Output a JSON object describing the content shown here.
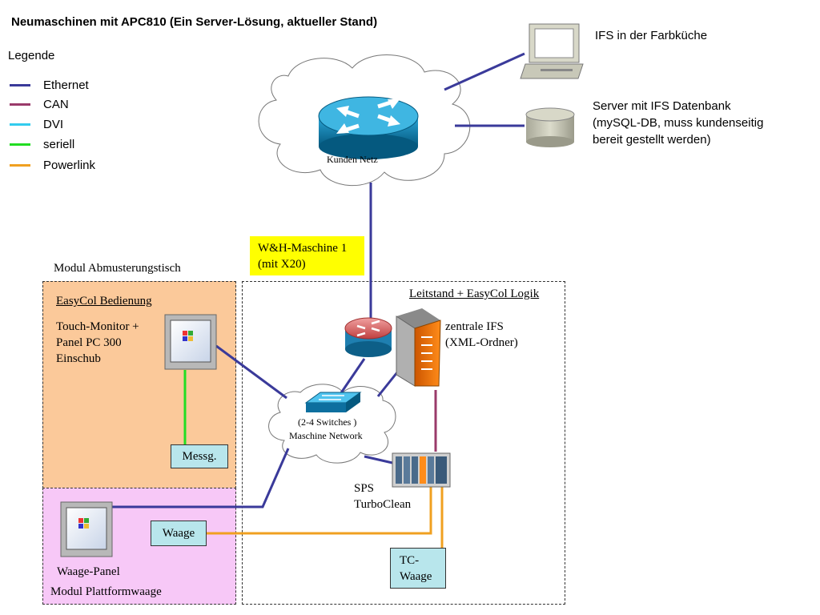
{
  "title": "Neumaschinen mit APC810 (Ein Server-Lösung, aktueller Stand)",
  "legend": {
    "heading": "Legende",
    "items": [
      {
        "label": "Ethernet",
        "color": "#3a3a9a"
      },
      {
        "label": "CAN",
        "color": "#9a3a6a"
      },
      {
        "label": "DVI",
        "color": "#33ccee"
      },
      {
        "label": "seriell",
        "color": "#22dd22"
      },
      {
        "label": "Powerlink",
        "color": "#f0a020"
      }
    ]
  },
  "cloud_top": {
    "label": "Kunden Netz"
  },
  "pc_ifs": {
    "label": "IFS in der Farbküche"
  },
  "server": {
    "line1": "Server mit IFS Datenbank",
    "line2": "(mySQL-DB, muss kundenseitig",
    "line3": "bereit gestellt werden)"
  },
  "machine_tag": {
    "line1": "W&H-Maschine 1",
    "line2": "(mit X20)"
  },
  "modul_abmusterung": {
    "title": "Modul Abmusterungstisch",
    "subtitle": "EasyCol Bedienung",
    "line1": "Touch-Monitor +",
    "line2": "Panel PC 300",
    "line3": "Einschub",
    "messg": "Messg."
  },
  "modul_plattform": {
    "title": "Modul Plattformwaage",
    "panel_label": "Waage-Panel",
    "waage": "Waage"
  },
  "leitstand": {
    "title": "Leitstand + EasyCol Logik",
    "ifs_line1": "zentrale IFS",
    "ifs_line2": "(XML-Ordner)",
    "switch_line1": "(2-4 Switches )",
    "switch_line2": "Maschine Network",
    "sps_line1": "SPS",
    "sps_line2": "TurboClean",
    "tc_line1": "TC-",
    "tc_line2": "Waage"
  },
  "colors": {
    "ethernet": "#3a3a9a",
    "can": "#9a3a6a",
    "seriell": "#22dd22",
    "powerlink": "#f0a020",
    "modul_orange": "#fbc99a",
    "modul_pink": "#f7c8f7",
    "tag_yellow": "#ffff00",
    "box_cyan": "#b8e6ec"
  }
}
